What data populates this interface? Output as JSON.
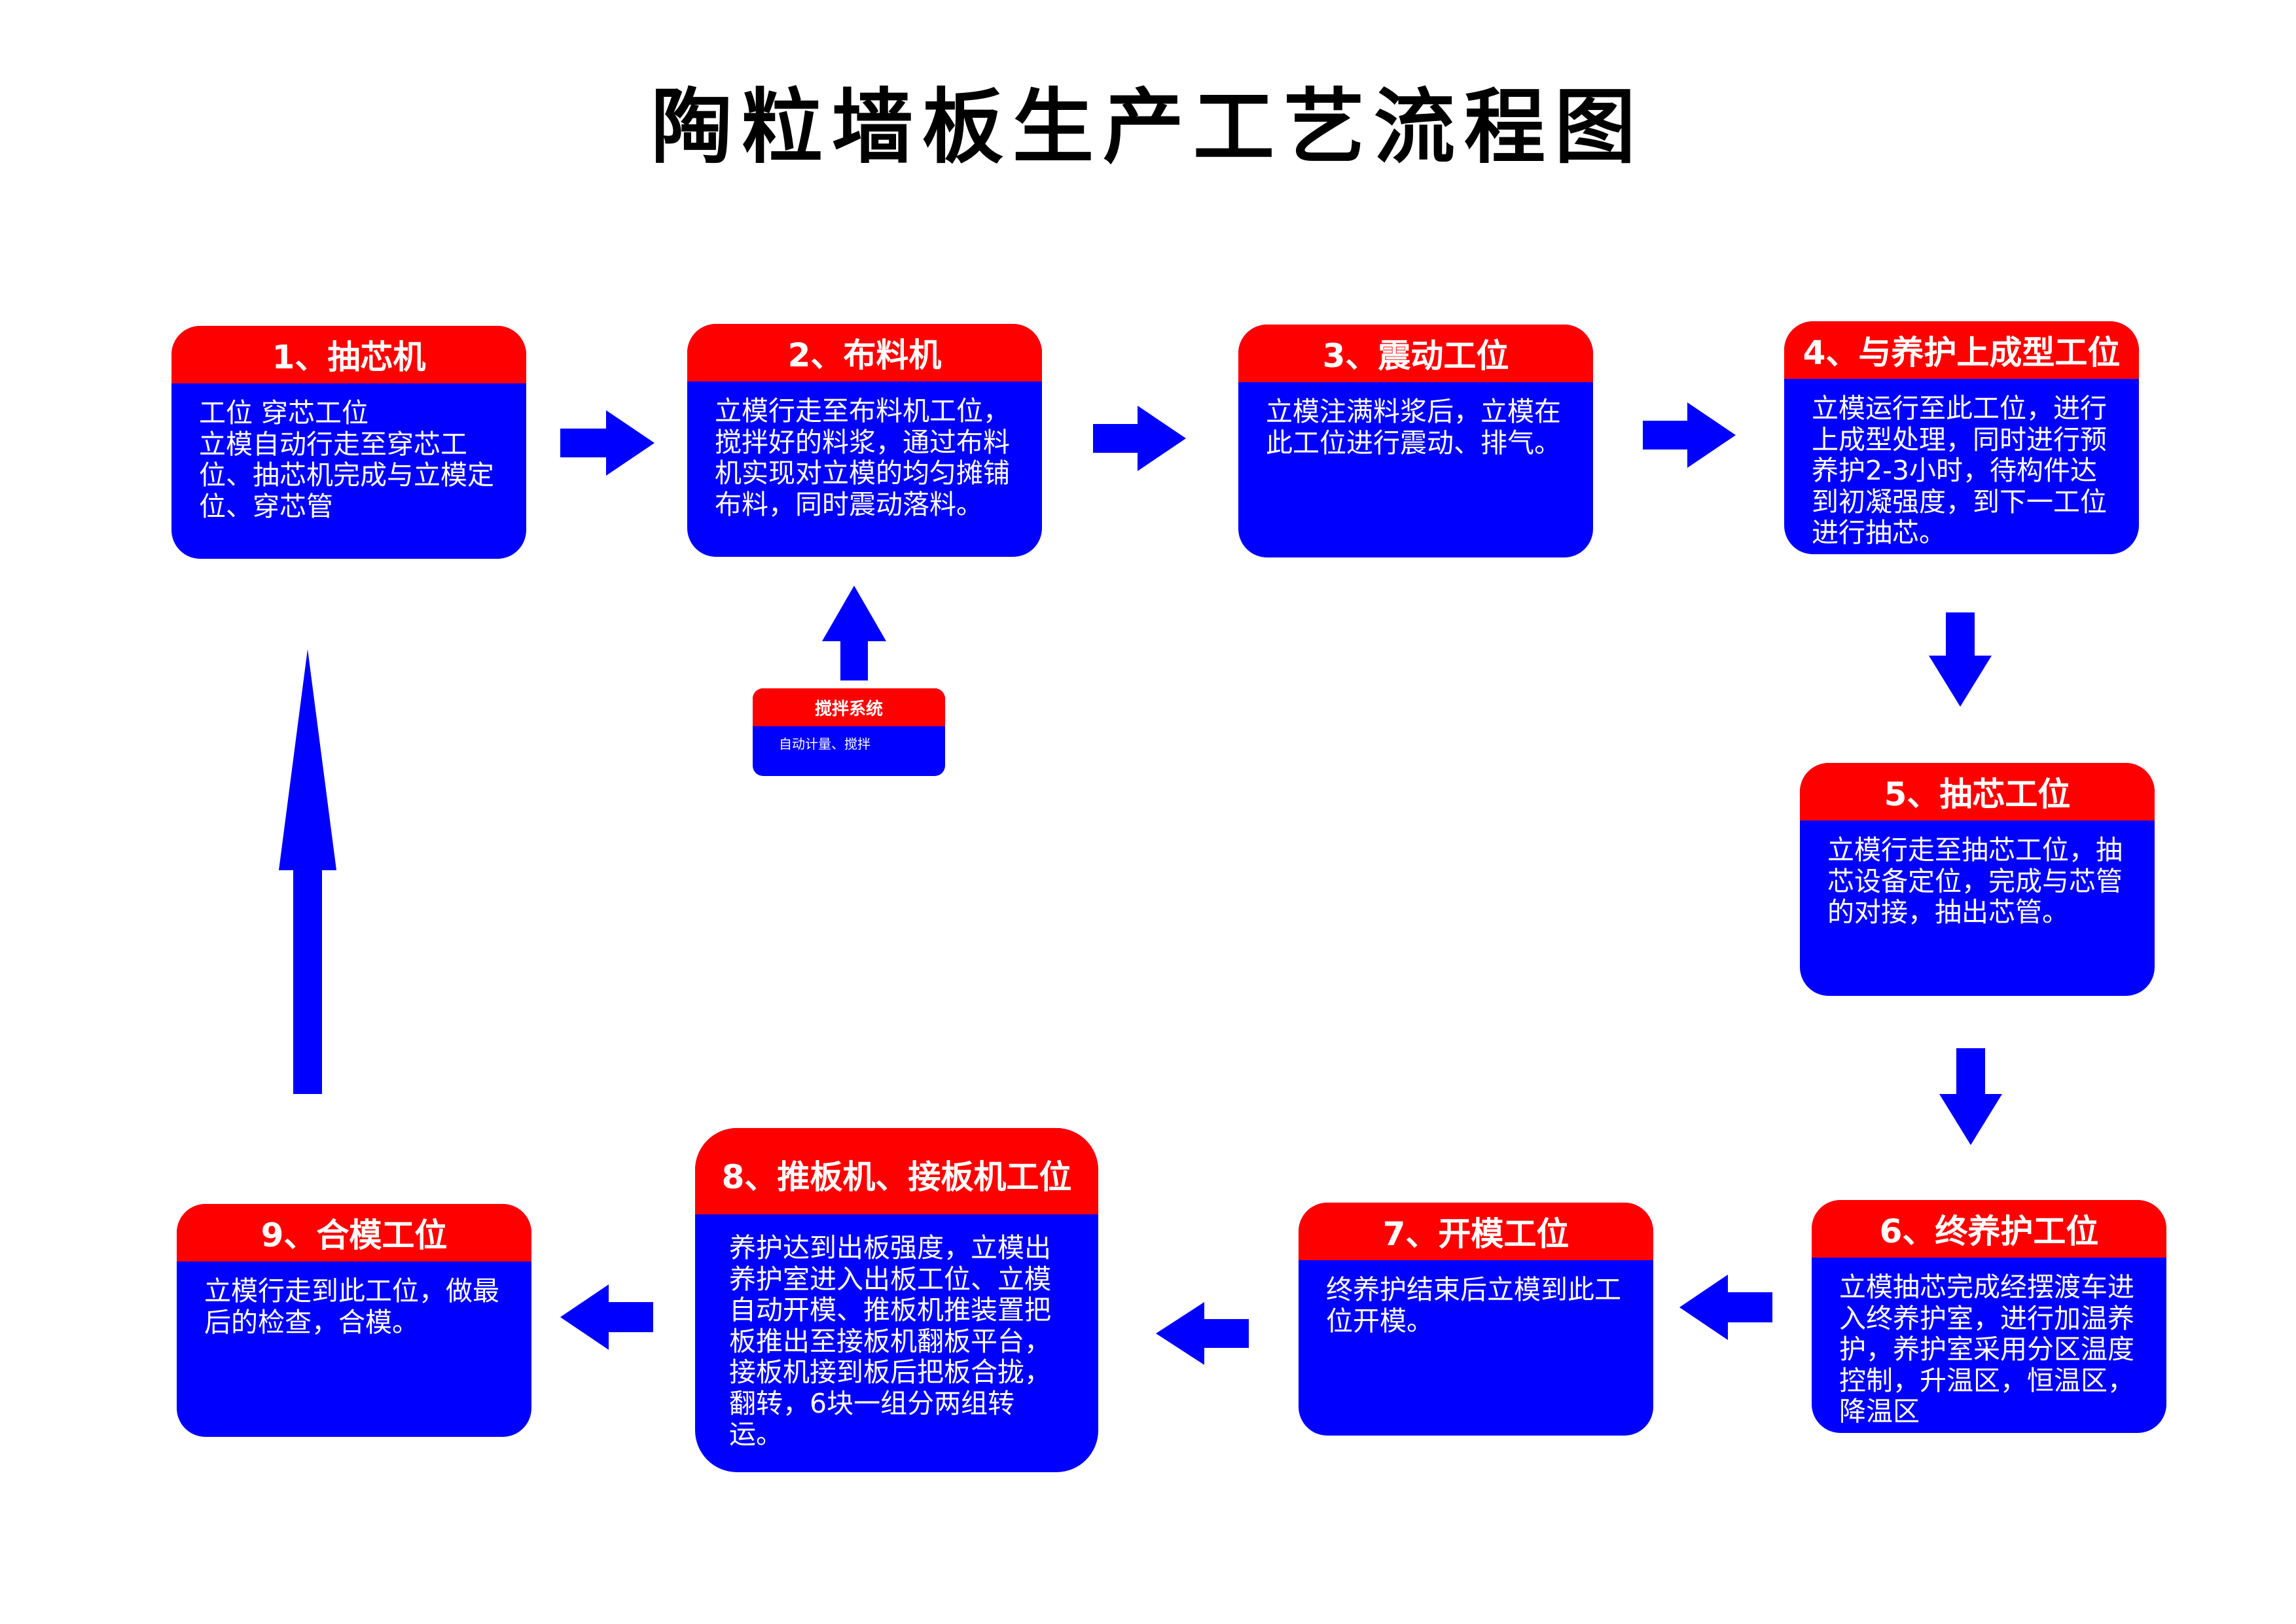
{
  "title": "陶粒墙板生产工艺流程图",
  "colors": {
    "header": "#ff0000",
    "box": "#0000ff",
    "arrow": "#0000ff",
    "text": "#ffffff",
    "title": "#000000"
  },
  "steps": [
    {
      "heading": "1、抽芯机",
      "body": "工位 穿芯工位\n立模自动行走至穿芯工位、抽芯机完成与立模定位、穿芯管"
    },
    {
      "heading": "2、布料机",
      "body": "立模行走至布料机工位，搅拌好的料浆，通过布料机实现对立模的均匀摊铺布料，同时震动落料。"
    },
    {
      "heading": "3、震动工位",
      "body": "立模注满料浆后，立模在此工位进行震动、排气。"
    },
    {
      "heading": "4、与养护上成型工位",
      "body": "立模运行至此工位，进行上成型处理，同时进行预养护2-3小时，待构件达到初凝强度，到下一工位进行抽芯。"
    },
    {
      "heading": "5、抽芯工位",
      "body": "立模行走至抽芯工位，抽芯设备定位，完成与芯管的对接，抽出芯管。"
    },
    {
      "heading": "6、终养护工位",
      "body": "立模抽芯完成经摆渡车进入终养护室，进行加温养护，养护室采用分区温度控制，升温区，恒温区，降温区"
    },
    {
      "heading": "7、开模工位",
      "body": "终养护结束后立模到此工位开模。"
    },
    {
      "heading": "8、推板机、接板机工位",
      "body": "养护达到出板强度，立模出养护室进入出板工位、立模自动开模、推板机推装置把板推出至接板机翻板平台，接板机接到板后把板合拢，翻转，6块一组分两组转运。"
    },
    {
      "heading": "9、合模工位",
      "body": "立模行走到此工位，做最后的检查，合模。"
    }
  ],
  "mixer": {
    "heading": "搅拌系统",
    "body": "自动计量、搅拌"
  }
}
